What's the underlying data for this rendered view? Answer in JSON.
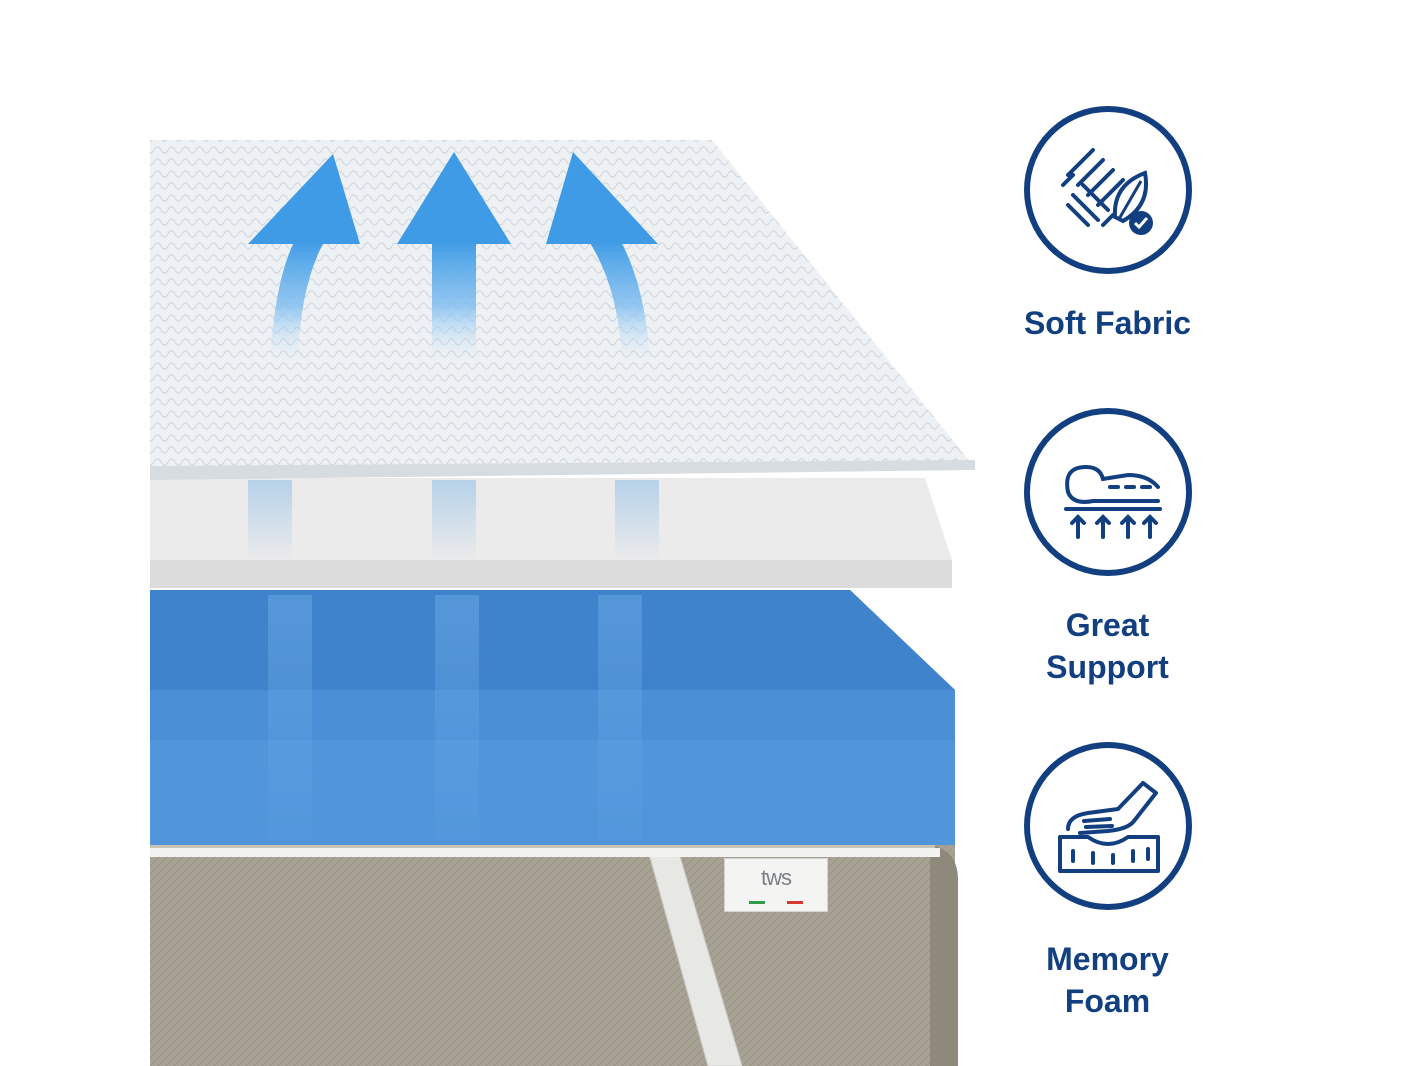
{
  "features": [
    {
      "label": "Soft Fabric",
      "icon": "fabric-leaf-icon"
    },
    {
      "label": "Great\nSupport",
      "icon": "body-support-icon"
    },
    {
      "label": "Memory\nFoam",
      "icon": "memory-foam-hand-icon"
    }
  ],
  "brand": {
    "logo": "tws"
  },
  "colors": {
    "accent": "#123f80",
    "arrow": "#4fa3e8",
    "foam": "#4a8fd8",
    "base": "#a59f92"
  }
}
